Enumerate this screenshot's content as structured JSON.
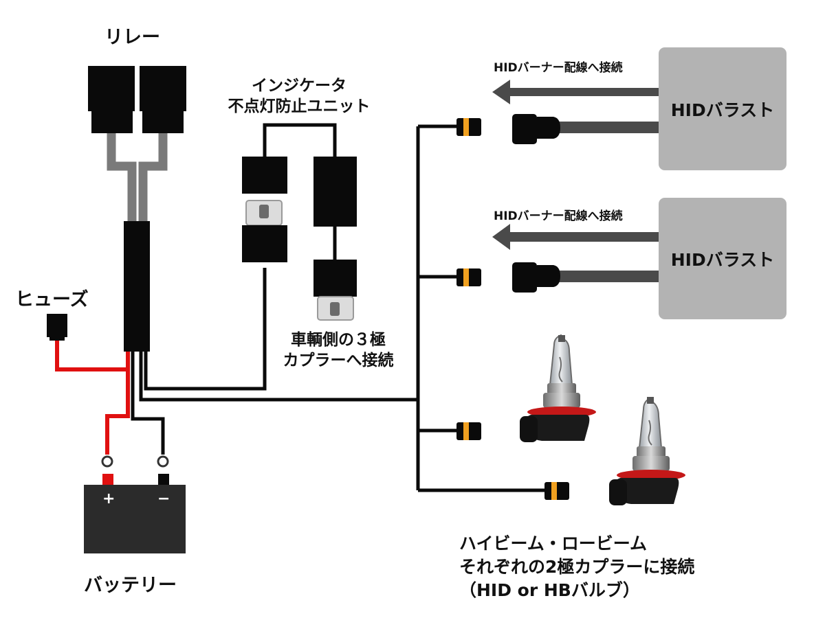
{
  "labels": {
    "relay": "リレー",
    "fuse": "ヒューズ",
    "battery": "バッテリー",
    "canceller_line1": "インジケータ",
    "canceller_line2": "不点灯防止ユニット",
    "coupler3_line1": "車輌側の３極",
    "coupler3_line2": "カプラーへ接続",
    "hid_burner_1": "HIDバーナー配線へ接続",
    "hid_burner_2": "HIDバーナー配線へ接続",
    "ballast_1": "HIDバラスト",
    "ballast_2": "HIDバラスト",
    "bottom_line1": "ハイビーム・ロービーム",
    "bottom_line2": "それぞれの2極カプラーに接続",
    "bottom_line3": "（HID or HBバルブ）",
    "battery_plus": "+",
    "battery_minus": "−"
  },
  "colors": {
    "wire_black": "#0a0a0a",
    "wire_red": "#e01010",
    "wire_gray": "#7a7a7a",
    "ballast_gray": "#b3b3b3",
    "arrow_gray": "#4a4a4a",
    "coupler_orange": "#f0a020",
    "battery_body": "#2b2b2b"
  }
}
